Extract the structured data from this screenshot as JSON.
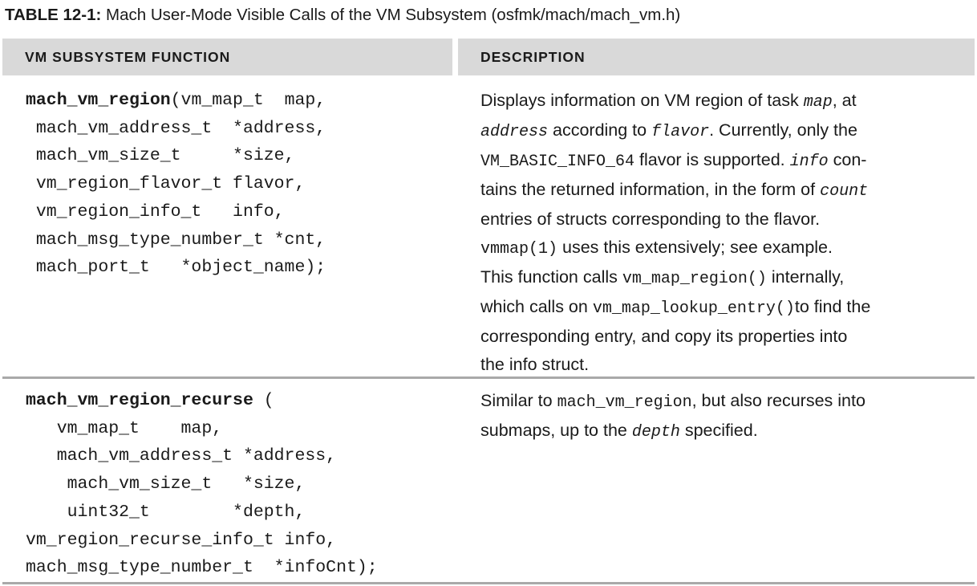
{
  "caption": {
    "label": "TABLE 12-1:",
    "text": " Mach User-Mode Visible Calls of the VM Subsystem (osfmk/mach/mach_vm.h)"
  },
  "header": {
    "col1": "VM SUBSYSTEM FUNCTION",
    "col2": "DESCRIPTION"
  },
  "rows": [
    {
      "code": {
        "fname": "mach_vm_region",
        "lines": [
          "(vm_map_t  map,",
          " mach_vm_address_t  *address,",
          " mach_vm_size_t     *size,",
          " vm_region_flavor_t flavor,",
          " vm_region_info_t   info,",
          " mach_msg_type_number_t *cnt,",
          " mach_port_t   *object_name);"
        ]
      },
      "desc": {
        "l1a": "Displays information on VM region of task ",
        "l1b": "map",
        "l1c": ", at",
        "l2a": "address",
        "l2b": " according to ",
        "l2c": "flavor",
        "l2d": ". Currently, only the",
        "l3a": "VM_BASIC_INFO_64",
        "l3b": " flavor is supported. ",
        "l3c": "info",
        "l3d": " con-",
        "l4a": "tains the returned information, in the form of ",
        "l4b": "count",
        "l5": "entries of structs corresponding to the flavor.",
        "l6a": "vmmap(1)",
        "l6b": " uses this extensively; see example.",
        "l7a": "This function calls ",
        "l7b": "vm_map_region()",
        "l7c": " internally,",
        "l8a": "which calls on ",
        "l8b": "vm_map_lookup_entry()",
        "l8c": "to find the",
        "l9": "corresponding entry, and copy its properties into",
        "l10": "the info struct."
      }
    },
    {
      "code": {
        "fname": "mach_vm_region_recurse",
        "lines": [
          " (",
          "   vm_map_t    map,",
          "   mach_vm_address_t *address,",
          "    mach_vm_size_t   *size,",
          "    uint32_t        *depth,",
          "vm_region_recurse_info_t info,",
          "mach_msg_type_number_t  *infoCnt);"
        ]
      },
      "desc": {
        "l1a": "Similar to ",
        "l1b": "mach_vm_region",
        "l1c": ", but also recurses into",
        "l2a": "submaps, up to the ",
        "l2b": "depth",
        "l2c": " specified."
      }
    }
  ]
}
